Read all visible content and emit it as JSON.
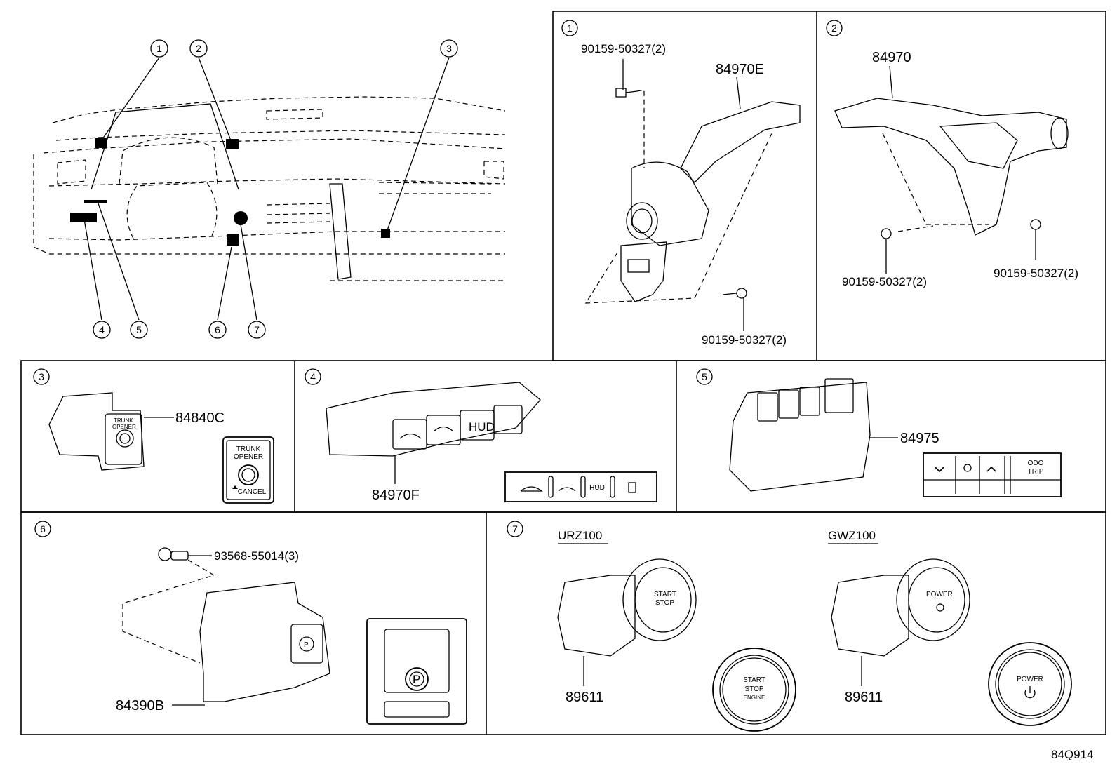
{
  "callouts": [
    "1",
    "2",
    "3",
    "4",
    "5",
    "6",
    "7"
  ],
  "panels": {
    "p1": {
      "num": "1",
      "part": "84970E",
      "bolt_top": "90159-50327(2)",
      "bolt_bottom": "90159-50327(2)"
    },
    "p2": {
      "num": "2",
      "part": "84970",
      "bolt_left": "90159-50327(2)",
      "bolt_right": "90159-50327(2)"
    },
    "p3": {
      "num": "3",
      "part": "84840C",
      "switch_line1": "TRUNK",
      "switch_line2": "OPENER",
      "switch_cancel": "CANCEL"
    },
    "p4": {
      "num": "4",
      "part": "84970F",
      "hud": "HUD"
    },
    "p5": {
      "num": "5",
      "part": "84975",
      "odo_line1": "ODO",
      "odo_line2": "TRIP"
    },
    "p6": {
      "num": "6",
      "part": "84390B",
      "bolt": "93568-55014(3)"
    },
    "p7": {
      "num": "7",
      "model_a": "URZ100",
      "model_b": "GWZ100",
      "part_a": "89611",
      "part_b": "89611",
      "start_line1": "START",
      "start_line2": "STOP",
      "start_line3": "ENGINE",
      "power": "POWER"
    }
  },
  "figure_code": "84Q914"
}
